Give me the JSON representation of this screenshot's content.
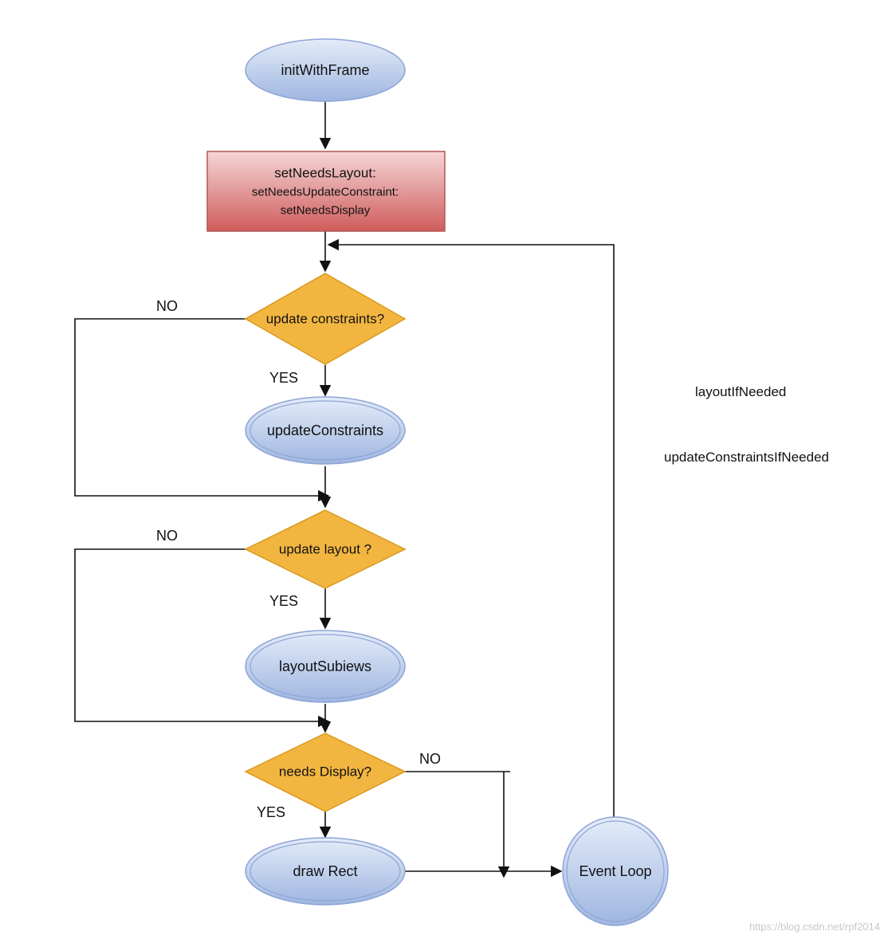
{
  "nodes": {
    "init": "initWithFrame",
    "set_lines": [
      "setNeedsLayout:",
      "setNeedsUpdateConstraint:",
      "setNeedsDisplay"
    ],
    "q_constraints": "update constraints?",
    "update_constraints": "updateConstraints",
    "q_layout": "update layout ?",
    "layout_subviews": "layoutSubiews",
    "q_display": "needs Display?",
    "draw_rect": "draw Rect",
    "event_loop": "Event Loop"
  },
  "labels": {
    "no1": "NO",
    "yes1": "YES",
    "no2": "NO",
    "yes2": "YES",
    "no3": "NO",
    "yes3": "YES"
  },
  "side_notes": {
    "layout_if_needed": "layoutIfNeeded",
    "update_constraints_if_needed": "updateConstraintsIfNeeded"
  },
  "watermark": "https://blog.csdn.net/rpf2014",
  "colors": {
    "ellipse_fill_top": "#dfe8f7",
    "ellipse_fill_bottom": "#9fb6e0",
    "ellipse_stroke": "#8ea4d6",
    "rect_fill_top": "#f3d0d0",
    "rect_fill_bottom": "#d25f5f",
    "rect_stroke": "#b45555",
    "diamond_fill": "#f2b640",
    "diamond_stroke": "#d99a1e"
  }
}
